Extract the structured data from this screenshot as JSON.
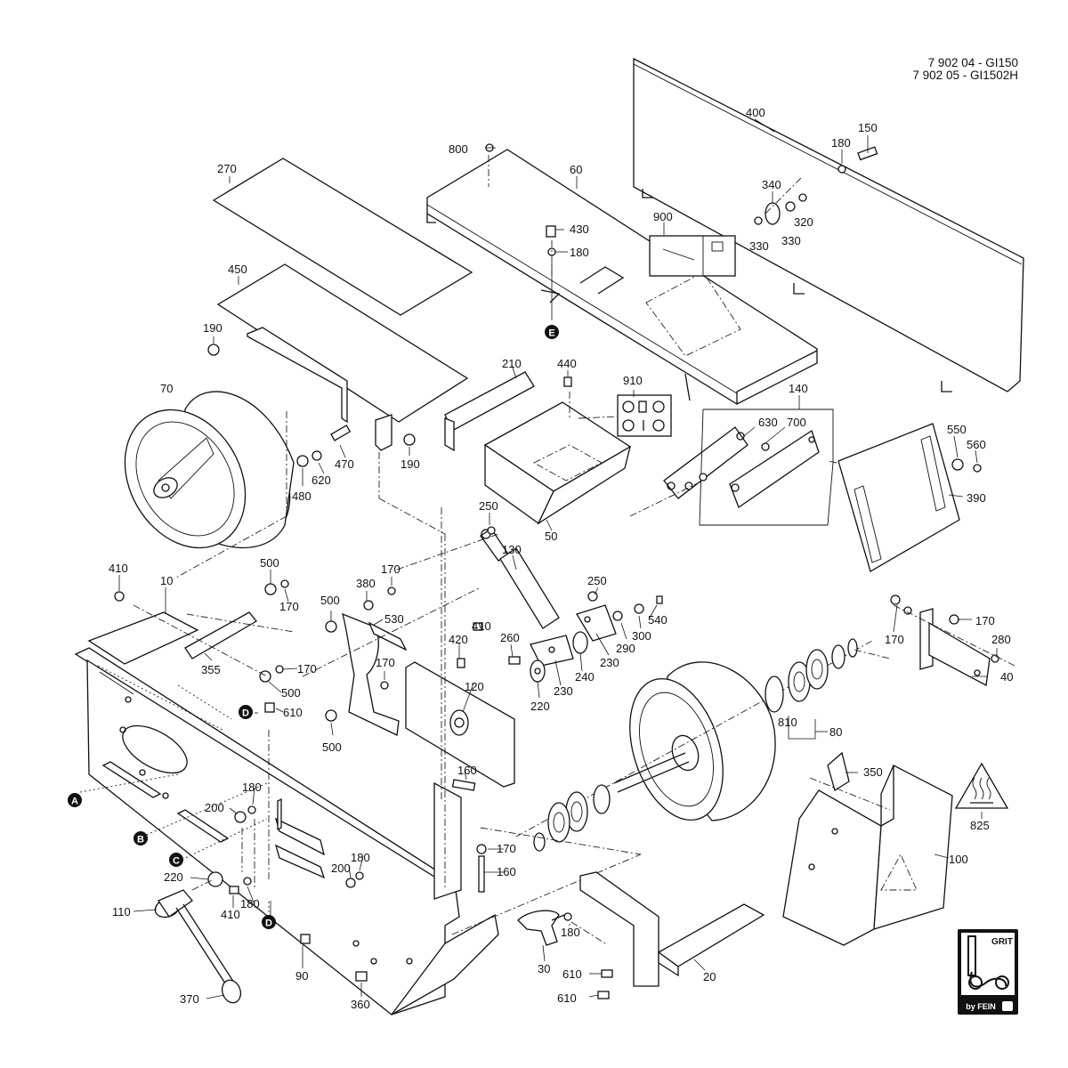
{
  "header": {
    "line1": "7 902 04 - GI150",
    "line2": "7 902 05 - GI1502H"
  },
  "callouts": {
    "c10": "10",
    "c20": "20",
    "c30": "30",
    "c40": "40",
    "c50": "50",
    "c60": "60",
    "c70": "70",
    "c80": "80",
    "c90": "90",
    "c100": "100",
    "c110": "110",
    "c120": "120",
    "c130": "130",
    "c140": "140",
    "c150": "150",
    "c160a": "160",
    "c160b": "160",
    "c170a": "170",
    "c170b": "170",
    "c170c": "170",
    "c170d": "170",
    "c170e": "170",
    "c170f": "170",
    "c170g": "170",
    "c180a": "180",
    "c180b": "180",
    "c180c": "180",
    "c180d": "180",
    "c180e": "180",
    "c180f": "180",
    "c190a": "190",
    "c190b": "190",
    "c200a": "200",
    "c200b": "200",
    "c210": "210",
    "c220a": "220",
    "c220b": "220",
    "c230a": "230",
    "c230b": "230",
    "c240": "240",
    "c250a": "250",
    "c250b": "250",
    "c260": "260",
    "c270": "270",
    "c280": "280",
    "c290": "290",
    "c300": "300",
    "c320": "320",
    "c330a": "330",
    "c330b": "330",
    "c340": "340",
    "c350": "350",
    "c355": "355",
    "c360": "360",
    "c370": "370",
    "c380": "380",
    "c390": "390",
    "c400": "400",
    "c410a": "410",
    "c410b": "410",
    "c410c": "410",
    "c420": "420",
    "c430": "430",
    "c440": "440",
    "c450": "450",
    "c470": "470",
    "c480": "480",
    "c500a": "500",
    "c500b": "500",
    "c500c": "500",
    "c500d": "500",
    "c530": "530",
    "c540": "540",
    "c550": "550",
    "c560": "560",
    "c610a": "610",
    "c610b": "610",
    "c610c": "610",
    "c620": "620",
    "c630": "630",
    "c700": "700",
    "c800": "800",
    "c810": "810",
    "c825": "825",
    "c900": "900",
    "c910": "910"
  },
  "markers": {
    "A": "A",
    "B": "B",
    "C": "C",
    "D": "D",
    "E": "E"
  },
  "logo": {
    "top_text": "GRIT",
    "bottom_text": "by FEIN"
  },
  "colors": {
    "ink": "#111111",
    "paper": "#ffffff"
  }
}
